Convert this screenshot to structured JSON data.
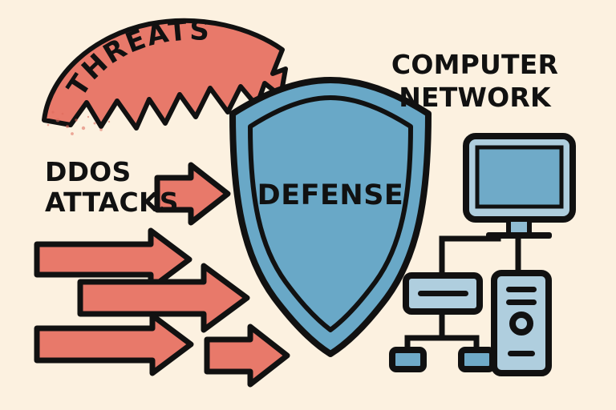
{
  "illustration": {
    "title": "DDoS Attacks Threatening a Computer Network Protected by Defense Shield",
    "background_color": "#FCF1E0",
    "style": "flat vector line illustration"
  },
  "labels": {
    "threats": "THREATS",
    "ddos_line1": "DDOS",
    "ddos_line2": "ATTACKS",
    "defense": "DEFENSE",
    "network_line1": "COMPUTER",
    "network_line2": "NETWORK"
  },
  "colors": {
    "background": "#FCF1E0",
    "threat_red": "#E8796A",
    "threat_red_dark": "#DE6A5B",
    "shield_blue": "#69A8C7",
    "shield_blue_dark": "#5C9DBE",
    "device_blue_light": "#AFCEDE",
    "device_blue_mid": "#8FBCD3",
    "screen_blue": "#6FAAC8",
    "outline_black": "#111111"
  },
  "elements": {
    "threat_banner": {
      "name": "threats-banner",
      "shape": "arc banner with jagged lower edge",
      "fill": "#E8796A",
      "label": "THREATS"
    },
    "shield": {
      "name": "defense-shield",
      "shape": "heater shield with inner outline",
      "fill": "#69A8C7",
      "label": "DEFENSE"
    },
    "arrows": [
      {
        "id": "arrow-1",
        "label": "attack-arrow-1",
        "fill": "#E8796A",
        "direction": "right",
        "length": "short",
        "row": 1
      },
      {
        "id": "arrow-2",
        "label": "attack-arrow-2",
        "fill": "#E8796A",
        "direction": "right",
        "length": "medium",
        "row": 2
      },
      {
        "id": "arrow-3",
        "label": "attack-arrow-3",
        "fill": "#E8796A",
        "direction": "right",
        "length": "long",
        "row": 3
      },
      {
        "id": "arrow-4",
        "label": "attack-arrow-4",
        "fill": "#E8796A",
        "direction": "right",
        "length": "medium",
        "row": 4
      },
      {
        "id": "arrow-5",
        "label": "attack-arrow-5",
        "fill": "#E8796A",
        "direction": "right",
        "length": "short",
        "row": 5
      }
    ],
    "network_devices": [
      {
        "id": "monitor",
        "label": "computer-monitor",
        "fill": "#AFCEDE",
        "screen_fill": "#6FAAC8"
      },
      {
        "id": "tower",
        "label": "computer-tower",
        "fill": "#AFCEDE"
      },
      {
        "id": "switch",
        "label": "network-switch",
        "fill": "#AFCEDE"
      },
      {
        "id": "node-left",
        "label": "network-node-left",
        "fill": "#6FAAC8"
      },
      {
        "id": "node-right",
        "label": "network-node-right",
        "fill": "#6FAAC8"
      }
    ]
  },
  "chart_data": {
    "type": "diagram",
    "title": "DDoS Attacks vs Network Defense",
    "nodes": [
      {
        "id": "threats",
        "label": "THREATS",
        "group": "attacker",
        "color": "#E8796A"
      },
      {
        "id": "ddos",
        "label": "DDOS ATTACKS",
        "group": "attacker",
        "color": "#E8796A"
      },
      {
        "id": "defense",
        "label": "DEFENSE",
        "group": "protection",
        "color": "#69A8C7"
      },
      {
        "id": "network",
        "label": "COMPUTER NETWORK",
        "group": "target",
        "color": "#AFCEDE"
      }
    ],
    "edges": [
      {
        "from": "ddos",
        "to": "defense",
        "style": "arrow",
        "count": 5
      },
      {
        "from": "defense",
        "to": "network",
        "style": "protects"
      }
    ]
  }
}
